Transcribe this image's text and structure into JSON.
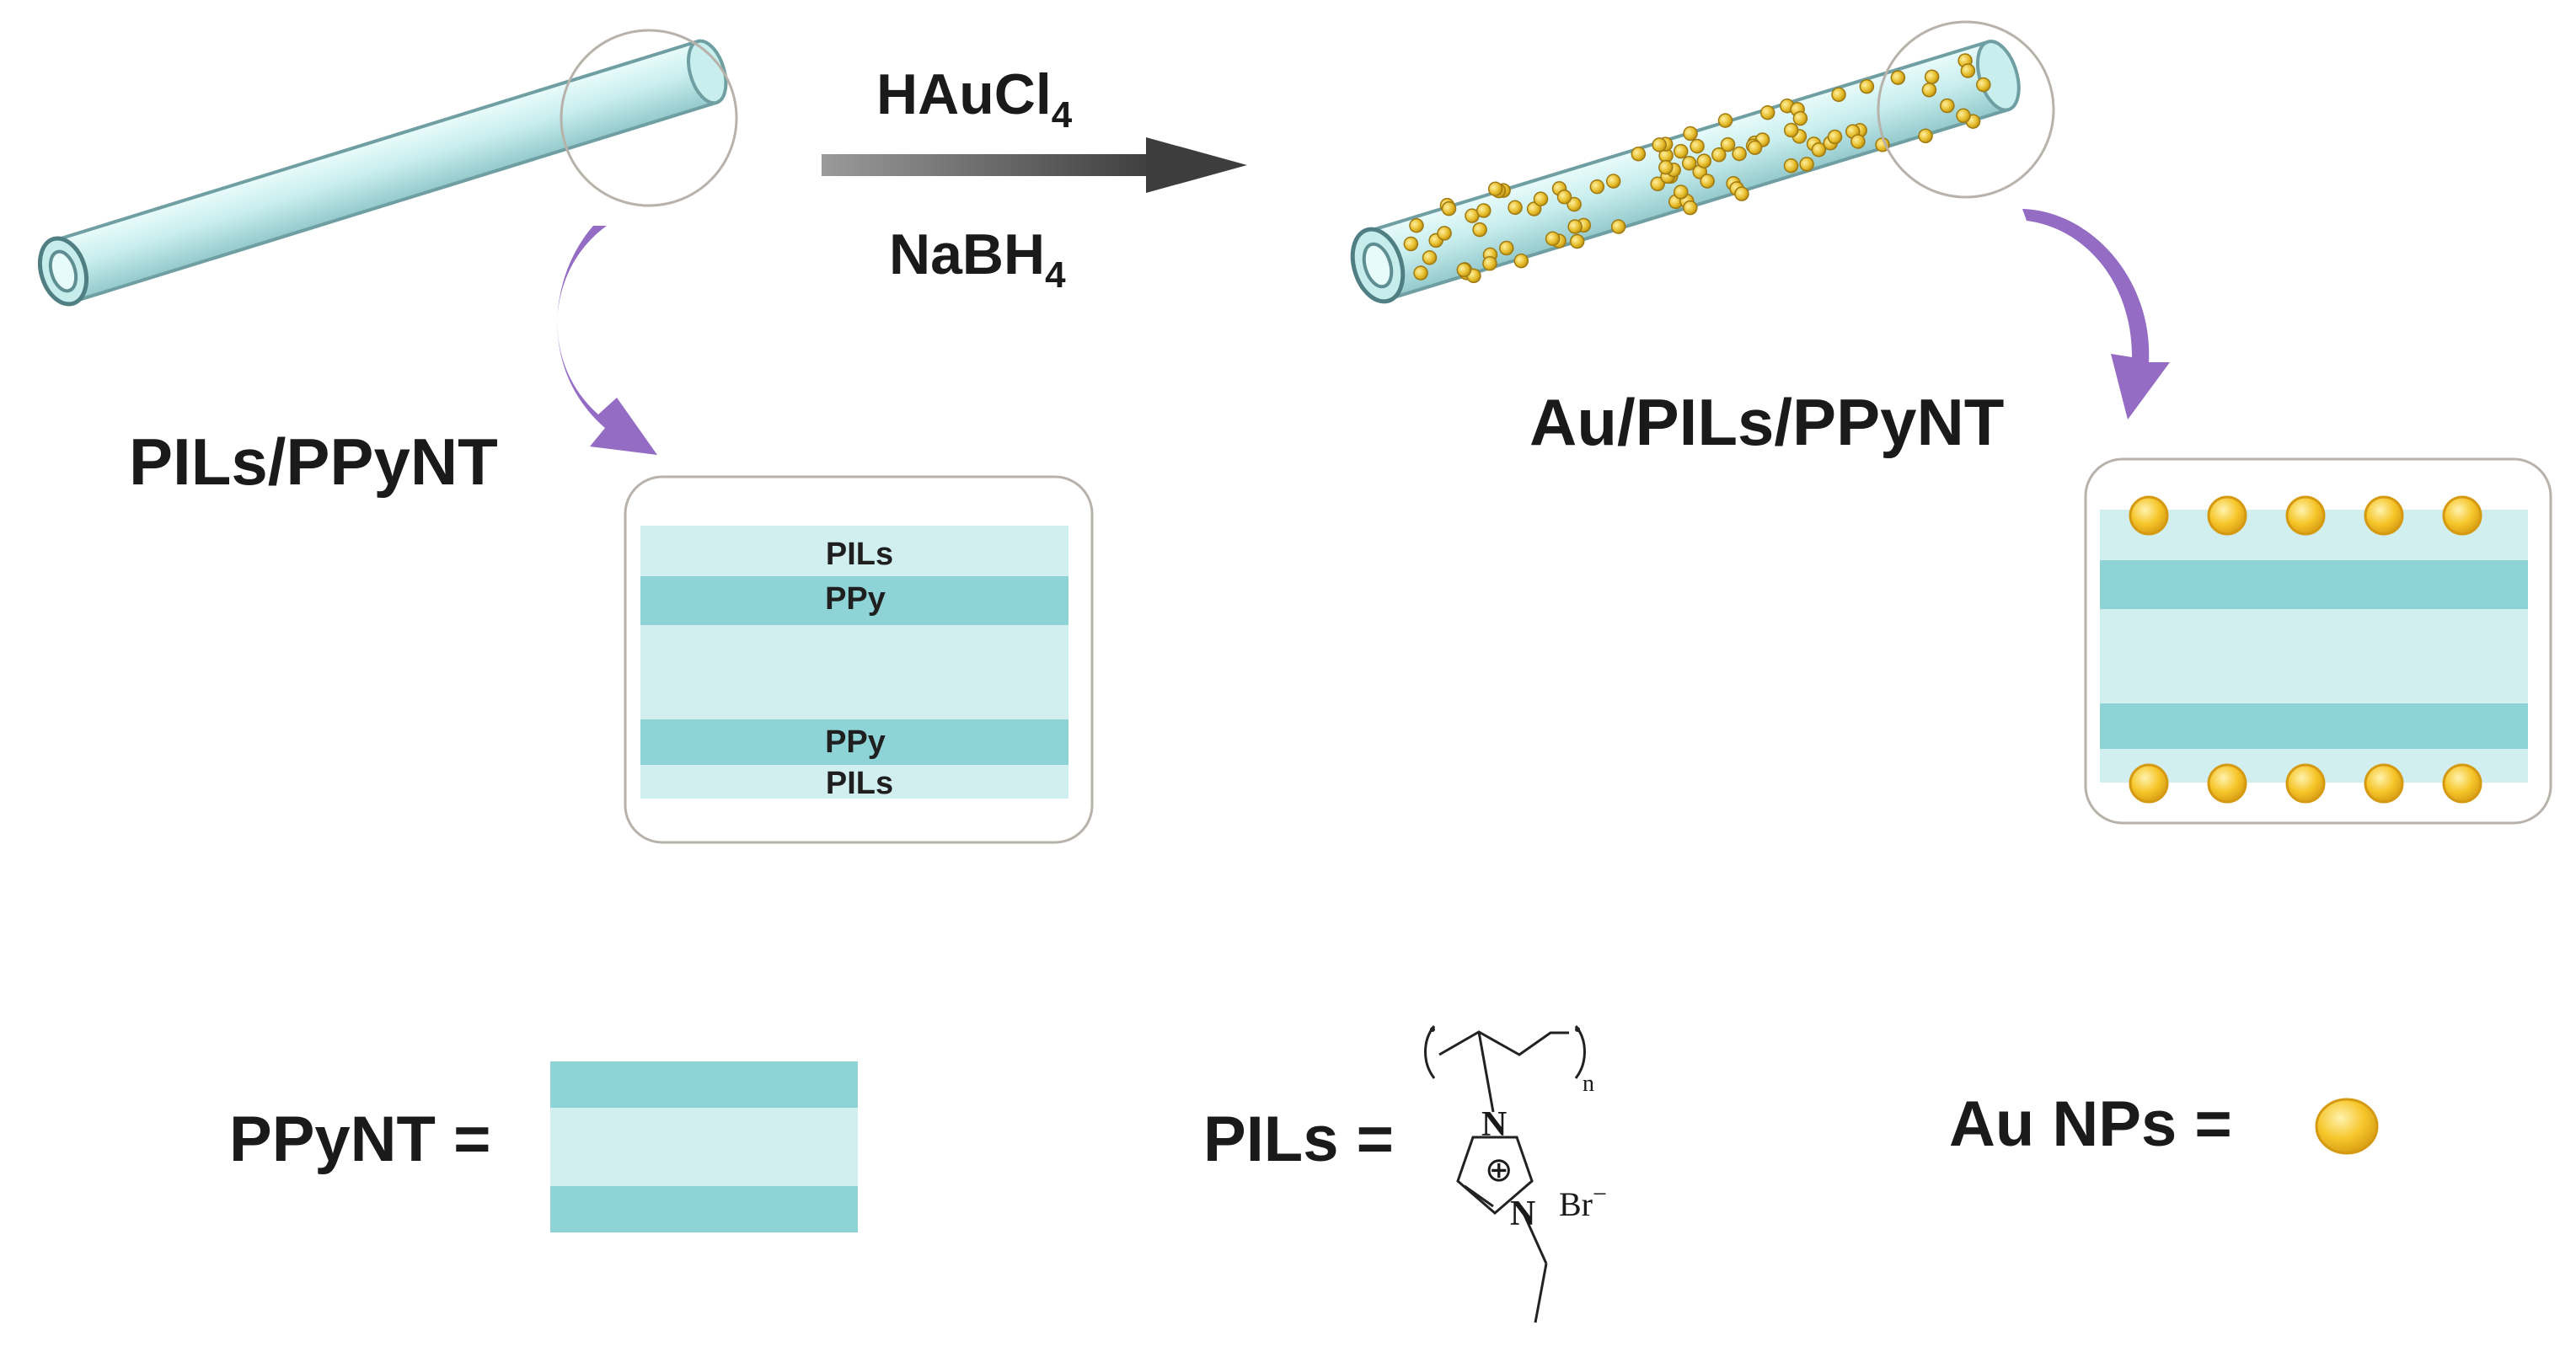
{
  "colors": {
    "tube_fill": "#c9eeee",
    "tube_dark": "#9fd6d6",
    "tube_edge": "#5e8e91",
    "layer_light": "#d2eff0",
    "layer_dark": "#8ed3d6",
    "gold": "#f6c62a",
    "gold_edge": "#d59a12",
    "purple": "#8b5fbf",
    "arrow": "#5c5c5c",
    "box_border": "#b7b2aa"
  },
  "left_product": {
    "label": "PILs/PPyNT",
    "detail": {
      "layers_top": [
        "PILs",
        "PPy"
      ],
      "layers_bottom": [
        "PPy",
        "PILs"
      ]
    }
  },
  "reaction": {
    "reagent_top_main": "HAuCl",
    "reagent_top_sub": "4",
    "reagent_bottom_main": "NaBH",
    "reagent_bottom_sub": "4"
  },
  "right_product": {
    "label": "Au/PILs/PPyNT"
  },
  "legend": {
    "ppynt": "PPyNT =",
    "pils": "PILs =",
    "au": "Au NPs ="
  },
  "structure": {
    "n1": "N",
    "n2": "N",
    "charge": "⊕",
    "counter_ion": "Br",
    "counter_charge": "−",
    "repeat": "n"
  },
  "icons": [
    "circle-magnifier-icon",
    "curved-purple-arrow-icon",
    "reaction-arrow-icon",
    "gold-nanoparticle-icon"
  ]
}
